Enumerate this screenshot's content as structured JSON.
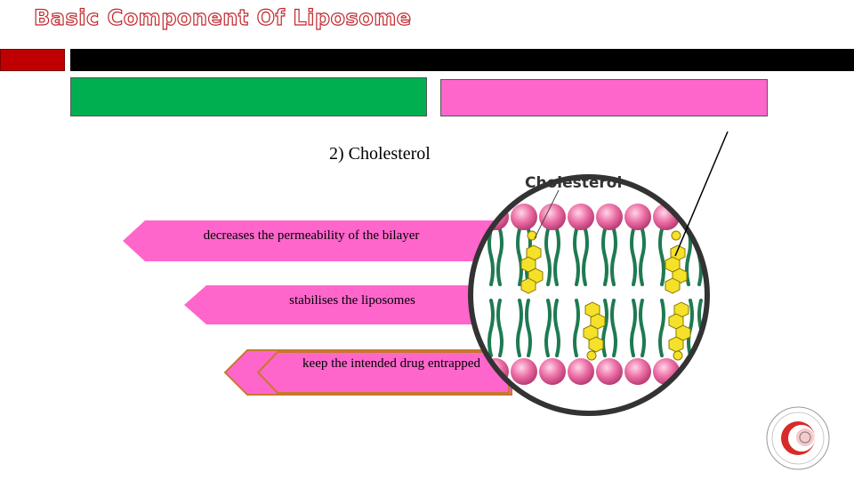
{
  "slide": {
    "title": "Basic Component Of Liposome",
    "subtitle": "2) Cholesterol",
    "points": [
      "decreases the permeability of the bilayer",
      "stabilises the liposomes",
      "keep the intended drug entrapped"
    ],
    "diagram_label": "Cholesterol"
  },
  "colors": {
    "accent_red": "#c00000",
    "green": "#00b050",
    "pink": "#ff66cc",
    "lipid_head": "#e8649e",
    "lipid_tail": "#1e7a52",
    "cholesterol": "#f5e12a"
  }
}
